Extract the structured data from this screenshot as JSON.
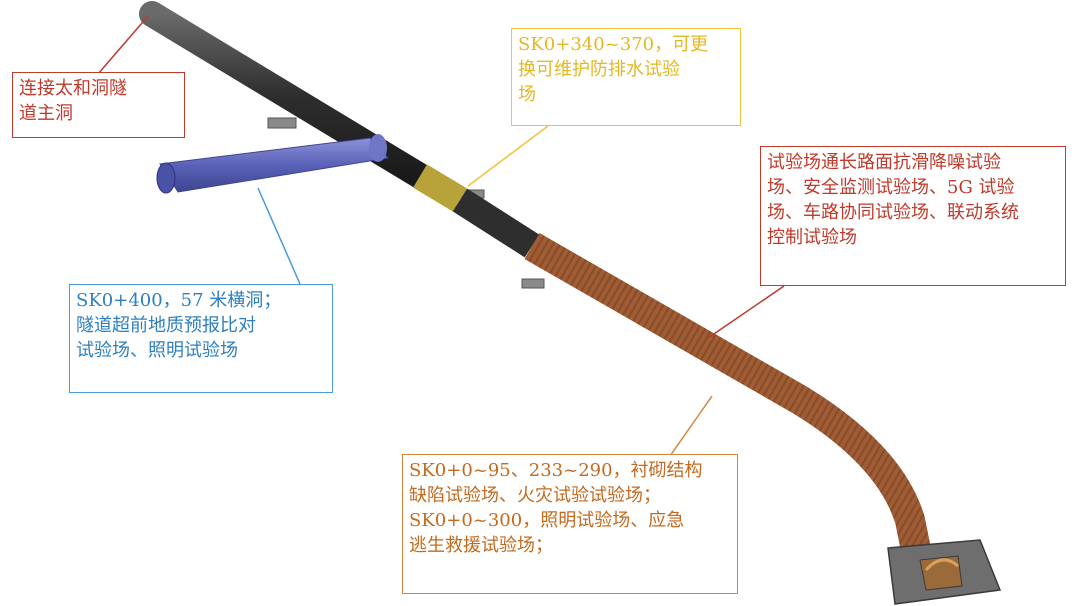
{
  "colors": {
    "main_tunnel": "#3a3a3a",
    "cross_tunnel": "#5a62b8",
    "test_segment": "#b8a23a",
    "lined_segment": "#a8623a",
    "portal": "#6e6e6e",
    "callout_red": "#c0392b",
    "callout_yellow": "#e6b820",
    "callout_blue": "#2f7fbf",
    "callout_orange": "#c46a1e"
  },
  "callouts": {
    "main_connection": "连接太和洞隧\n道主洞",
    "waterproof_test": "SK0+340~370，可更\n换可维护防排水试验\n场",
    "road_tests": "试验场通长路面抗滑降噪试验\n场、安全监测试验场、5G 试验\n场、车路协同试验场、联动系统\n控制试验场",
    "cross_tunnel": "SK0+400，57 米横洞；\n隧道超前地质预报比对\n试验场、照明试验场",
    "lining_tests": "SK0+0~95、233~290，衬砌结构\n缺陷试验场、火灾试验试验场；\nSK0+0~300，照明试验场、应急\n逃生救援试验场；"
  }
}
